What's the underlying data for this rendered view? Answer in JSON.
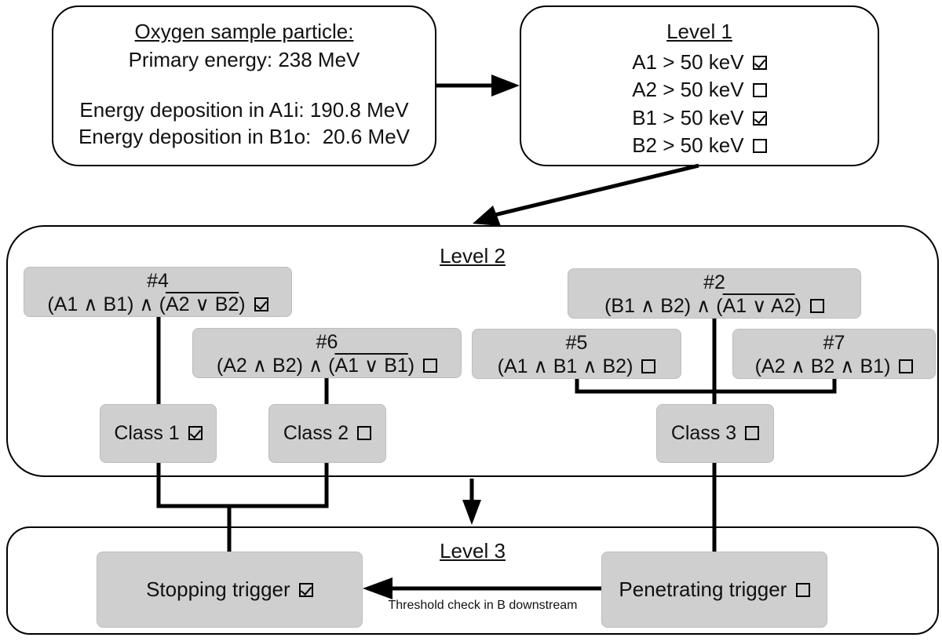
{
  "sample": {
    "title": "Oxygen sample particle:",
    "primary_energy": "Primary energy: 238 MeV",
    "dep_a1i": "Energy deposition in A1i: 190.8 MeV",
    "dep_b1o": "Energy deposition in B1o:  20.6 MeV"
  },
  "level1": {
    "title": "Level 1",
    "rows": [
      {
        "label": "A1 > 50 keV",
        "checked": true
      },
      {
        "label": "A2 > 50 keV",
        "checked": false
      },
      {
        "label": "B1 > 50 keV",
        "checked": true
      },
      {
        "label": "B2 > 50 keV",
        "checked": false
      }
    ]
  },
  "level2": {
    "title": "Level 2",
    "rule4": {
      "id": "#4",
      "prefix": "(A1 ∧ B1) ∧ (",
      "over": "A2 ∨ B2",
      "suffix": ")",
      "checked": true
    },
    "rule6": {
      "id": "#6",
      "prefix": "(A2 ∧ B2) ∧ (",
      "over": "A1 ∨ B1",
      "suffix": ")",
      "checked": false
    },
    "rule2": {
      "id": "#2",
      "prefix": "(B1 ∧ B2) ∧ (",
      "over": "A1 ∨ A2",
      "suffix": ")",
      "checked": false
    },
    "rule5": {
      "id": "#5",
      "expr": "(A1 ∧ B1 ∧ B2)",
      "checked": false
    },
    "rule7": {
      "id": "#7",
      "expr": "(A2 ∧ B2 ∧ B1)",
      "checked": false
    },
    "class1": {
      "label": "Class 1",
      "checked": true
    },
    "class2": {
      "label": "Class 2",
      "checked": false
    },
    "class3": {
      "label": "Class 3",
      "checked": false
    }
  },
  "level3": {
    "title": "Level 3",
    "stopping": {
      "label": "Stopping trigger",
      "checked": true
    },
    "penetrating": {
      "label": "Penetrating trigger",
      "checked": false
    },
    "arrow_label": "Threshold check in B downstream"
  }
}
